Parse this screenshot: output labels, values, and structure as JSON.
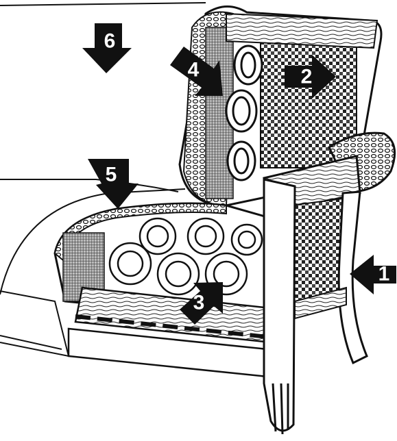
{
  "figure": {
    "subject": "chair",
    "ink_color": "#111111",
    "paper_color": "#ffffff",
    "callouts": [
      {
        "number": "1",
        "direction": "left"
      },
      {
        "number": "2",
        "direction": "right"
      },
      {
        "number": "3",
        "direction": "up-right"
      },
      {
        "number": "4",
        "direction": "down-right"
      },
      {
        "number": "5",
        "direction": "down"
      },
      {
        "number": "6",
        "direction": "down"
      }
    ]
  }
}
